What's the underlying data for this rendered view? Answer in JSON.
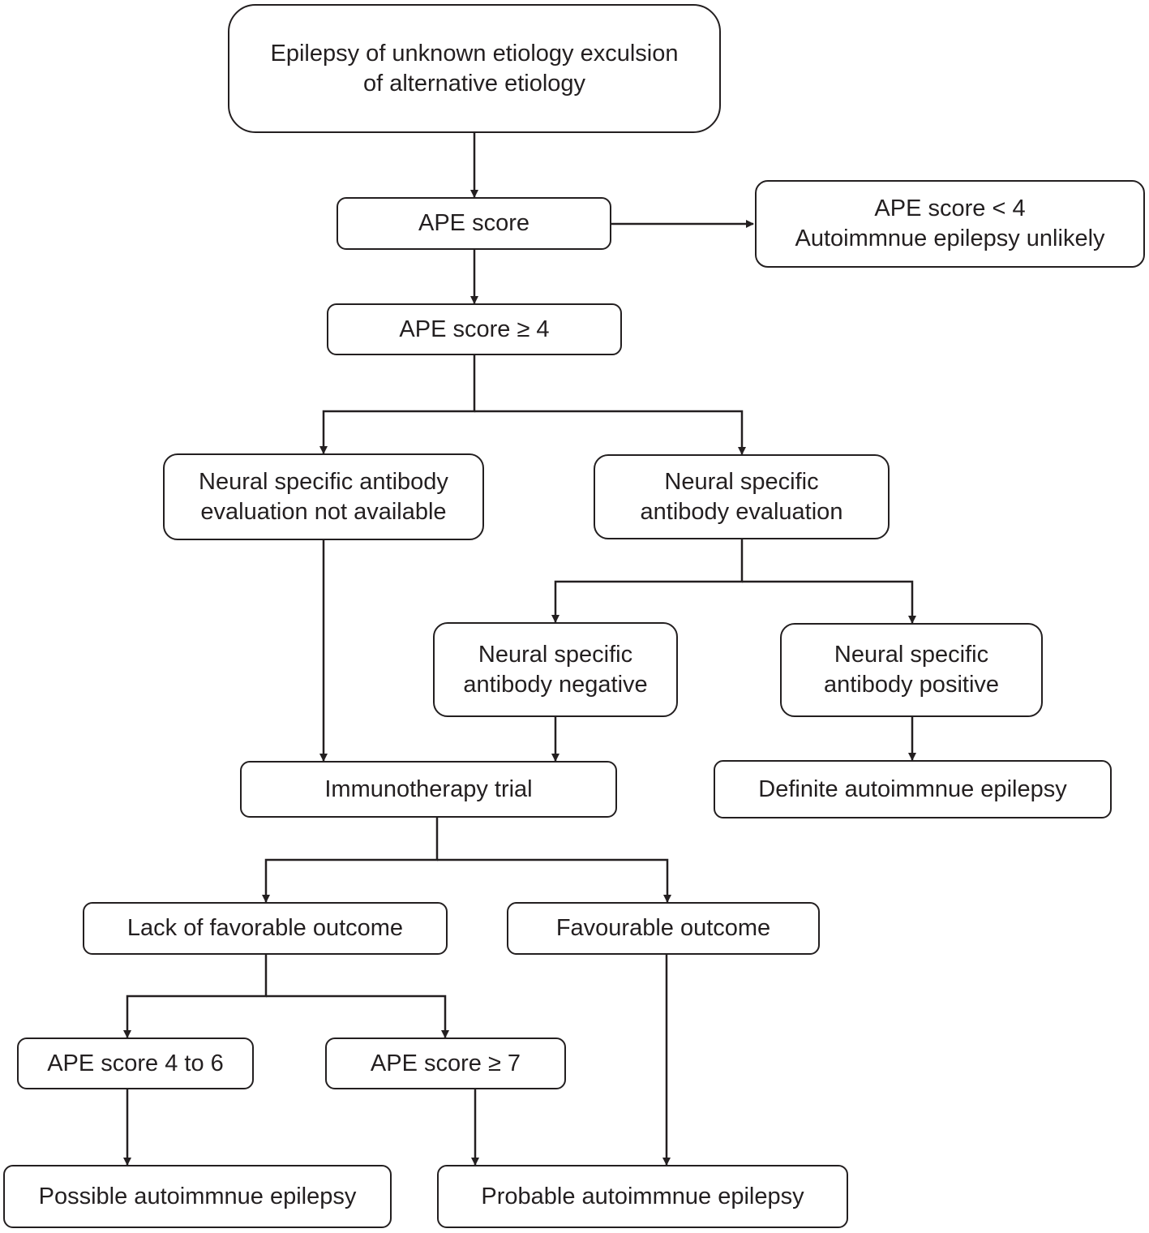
{
  "diagram": {
    "nodes": {
      "start": {
        "lines": [
          "Epilepsy of unknown etiology exculsion",
          "of alternative etiology"
        ]
      },
      "ape_score": {
        "lines": [
          "APE score"
        ]
      },
      "ape_low": {
        "lines": [
          "APE score < 4",
          "Autoimmnue epilepsy unlikely"
        ]
      },
      "ape_high": {
        "lines": [
          "APE score ≥ 4"
        ]
      },
      "ab_not_available": {
        "lines": [
          "Neural specific antibody",
          "evaluation not available"
        ]
      },
      "ab_evaluation": {
        "lines": [
          "Neural specific",
          "antibody evaluation"
        ]
      },
      "ab_negative": {
        "lines": [
          "Neural specific",
          "antibody negative"
        ]
      },
      "ab_positive": {
        "lines": [
          "Neural specific",
          "antibody positive"
        ]
      },
      "immunotherapy": {
        "lines": [
          "Immunotherapy trial"
        ]
      },
      "definite": {
        "lines": [
          "Definite autoimmnue epilepsy"
        ]
      },
      "lack_favorable": {
        "lines": [
          "Lack of favorable outcome"
        ]
      },
      "favourable": {
        "lines": [
          "Favourable outcome"
        ]
      },
      "ape_4_6": {
        "lines": [
          "APE score 4 to 6"
        ]
      },
      "ape_7": {
        "lines": [
          "APE score ≥ 7"
        ]
      },
      "possible": {
        "lines": [
          "Possible autoimmnue epilepsy"
        ]
      },
      "probable": {
        "lines": [
          "Probable autoimmnue epilepsy"
        ]
      }
    },
    "edges": [
      [
        "start",
        "ape_score"
      ],
      [
        "ape_score",
        "ape_low"
      ],
      [
        "ape_score",
        "ape_high"
      ],
      [
        "ape_high",
        "ab_not_available"
      ],
      [
        "ape_high",
        "ab_evaluation"
      ],
      [
        "ab_evaluation",
        "ab_negative"
      ],
      [
        "ab_evaluation",
        "ab_positive"
      ],
      [
        "ab_not_available",
        "immunotherapy"
      ],
      [
        "ab_negative",
        "immunotherapy"
      ],
      [
        "ab_positive",
        "definite"
      ],
      [
        "immunotherapy",
        "lack_favorable"
      ],
      [
        "immunotherapy",
        "favourable"
      ],
      [
        "lack_favorable",
        "ape_4_6"
      ],
      [
        "lack_favorable",
        "ape_7"
      ],
      [
        "ape_4_6",
        "possible"
      ],
      [
        "ape_7",
        "probable"
      ],
      [
        "favourable",
        "probable"
      ]
    ],
    "colors": {
      "stroke": "#231f20",
      "fill": "#ffffff"
    }
  }
}
